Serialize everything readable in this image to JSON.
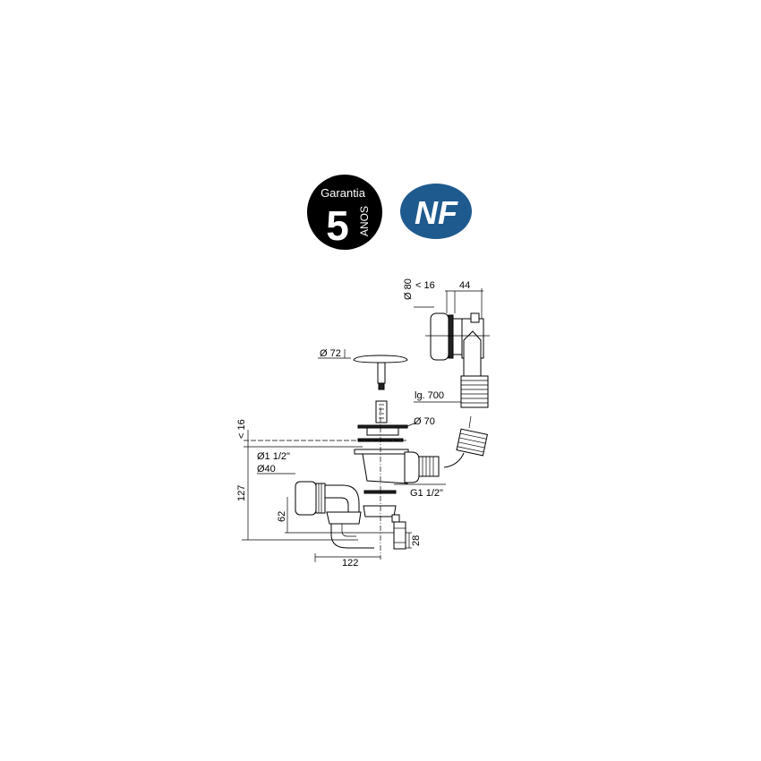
{
  "badges": {
    "warranty": {
      "top": "Garantia",
      "number": "5",
      "side": "ANOS",
      "color": "#000000"
    },
    "nf": {
      "text": "NF",
      "color": "#1f5a8e"
    }
  },
  "dimensions": {
    "overflow_diameter": "Ø 80",
    "overflow_thickness": "< 16",
    "overflow_depth": "44",
    "plug_diameter": "Ø 72",
    "hose_length": "lg. 700",
    "flange_diameter": "Ø 70",
    "flange_thickness": "< 16",
    "outlet_size_1": "Ø1 1/2\"",
    "outlet_size_2": "Ø40",
    "total_height": "127",
    "outlet_height": "62",
    "thread": "G1 1/2\"",
    "nut_height": "28",
    "width": "122"
  }
}
